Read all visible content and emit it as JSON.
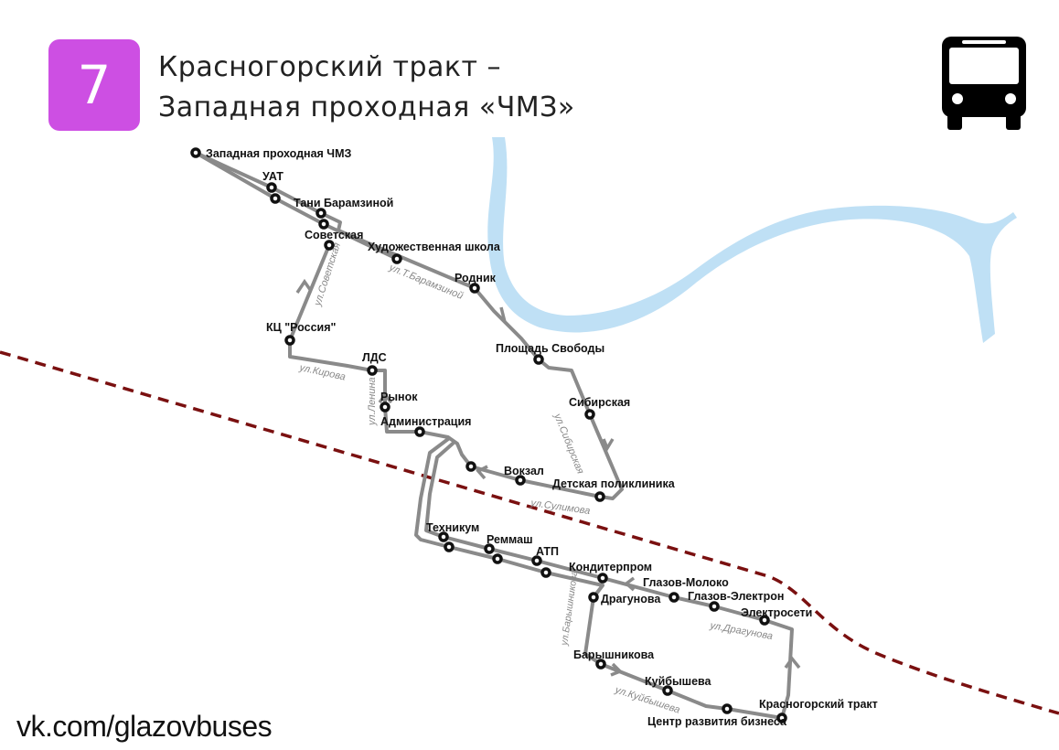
{
  "route": {
    "number": "7",
    "title_line1": "Красногорский тракт –",
    "title_line2": "Западная проходная «ЧМЗ»",
    "badge_color": "#cd4fe3"
  },
  "footer": {
    "link": "vk.com/glazovbuses"
  },
  "stops": {
    "zapadnaya": "Западная проходная ЧМЗ",
    "uat": "УАТ",
    "tani": "Тани Барамзиной",
    "sovetskaya": "Советская",
    "hudozh": "Художественная школа",
    "rodnik": "Родник",
    "ploshad": "Площадь Свободы",
    "sibirskaya": "Сибирская",
    "detskaya": "Детская поликлиника",
    "vokzal": "Вокзал",
    "kc": "КЦ \"Россия\"",
    "lds": "ЛДС",
    "rynok": "Рынок",
    "admin": "Администрация",
    "tehnikum": "Техникум",
    "remmash": "Реммаш",
    "atp": "АТП",
    "konditer": "Кондитерпром",
    "dragunova": "Драгунова",
    "moloko": "Глазов-Молоко",
    "elektron": "Глазов-Электрон",
    "elektroseti": "Электросети",
    "baryshnikova": "Барышникова",
    "kuibysheva": "Куйбышева",
    "centr": "Центр развития бизнеса",
    "krasnogorsky": "Красногорский тракт"
  },
  "streets": {
    "baramzinoy": "ул.Т.Барамзиной",
    "sovetskaya": "ул.Советская",
    "kirova": "ул.Кирова",
    "lenina": "ул.Ленина",
    "sibirskaya": "ул.Сибирская",
    "sulimova": "ул.Сулимова",
    "baryshnikova": "ул.Барышникова",
    "kuibysheva": "ул.Куйбышева",
    "dragunova": "ул.Драгунова"
  },
  "colors": {
    "river": "#bfe0f5",
    "railway": "#7a1010",
    "route": "#8a8a8a"
  }
}
